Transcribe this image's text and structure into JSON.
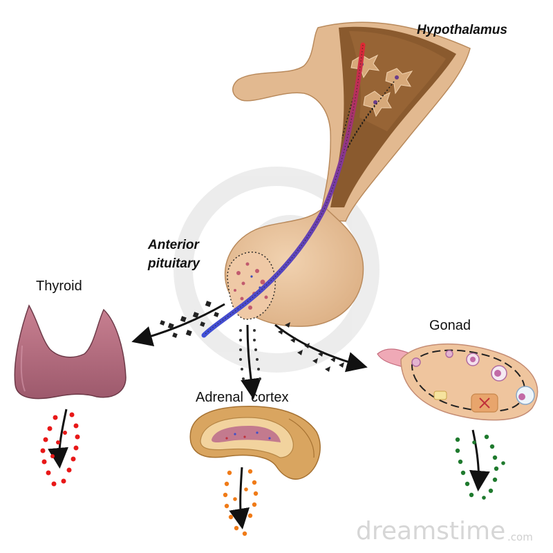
{
  "labels": {
    "hypothalamus": "Hypothalamus",
    "anterior_line1": "Anterior",
    "anterior_line2": "pituitary",
    "thyroid": "Thyroid",
    "gonad": "Gonad",
    "adrenal": "Adrenal  cortex"
  },
  "watermark": {
    "text": "dreamstime",
    "suffix": ".com"
  },
  "colors": {
    "tissue": "#e2b990",
    "tissue_dark": "#a77649",
    "hypothalamus_brown": "#8a5a2e",
    "axon_red": "#d82a35",
    "axon_blue": "#4b53c8",
    "thyroid_pink": "#b46c80",
    "thyroid_secretion": "#e81818",
    "adrenal_secretion": "#f07b18",
    "gonad_secretion": "#1f7a2e",
    "arrow": "#111111"
  }
}
